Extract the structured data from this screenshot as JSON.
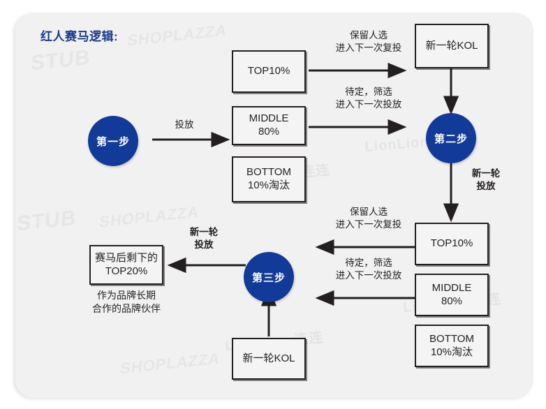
{
  "title": "红人赛马逻辑:",
  "colors": {
    "accent": "#123a98",
    "title": "#1b3a8f",
    "stroke": "#231f20",
    "panel_bg": "#f1f1f1",
    "box_bg": "#f4f4f4"
  },
  "steps": {
    "step1": "第一步",
    "step2": "第二步",
    "step3": "第三步"
  },
  "boxes": {
    "top_left": "TOP10%",
    "middle_left": "MIDDLE\n80%",
    "bottom_left": "BOTTOM\n10%淘汰",
    "kol_top": "新一轮KOL",
    "top_right": "TOP10%",
    "middle_right": "MIDDLE\n80%",
    "bottom_right": "BOTTOM\n10%淘汰",
    "result": "赛马后剩下的\nTOP20%",
    "kol_bottom": "新一轮KOL"
  },
  "arrow_labels": {
    "deliver": "投放",
    "keep_top_1": "保留人选\n进入下一次复投",
    "pending_mid_1": "待定，筛选\n进入下一次投放",
    "new_round_1": "新一轮\n投放",
    "keep_top_2": "保留人选\n进入下一次复投",
    "pending_mid_2": "待定，筛选\n进入下一次投放",
    "new_round_2": "新一轮\n投放"
  },
  "captions": {
    "result_note": "作为品牌长期\n合作的品牌伙伴"
  },
  "watermarks": {
    "shoplazza": "SHOPLAZZA",
    "stub": "STUB",
    "lionlink": "LionLion 连连"
  }
}
